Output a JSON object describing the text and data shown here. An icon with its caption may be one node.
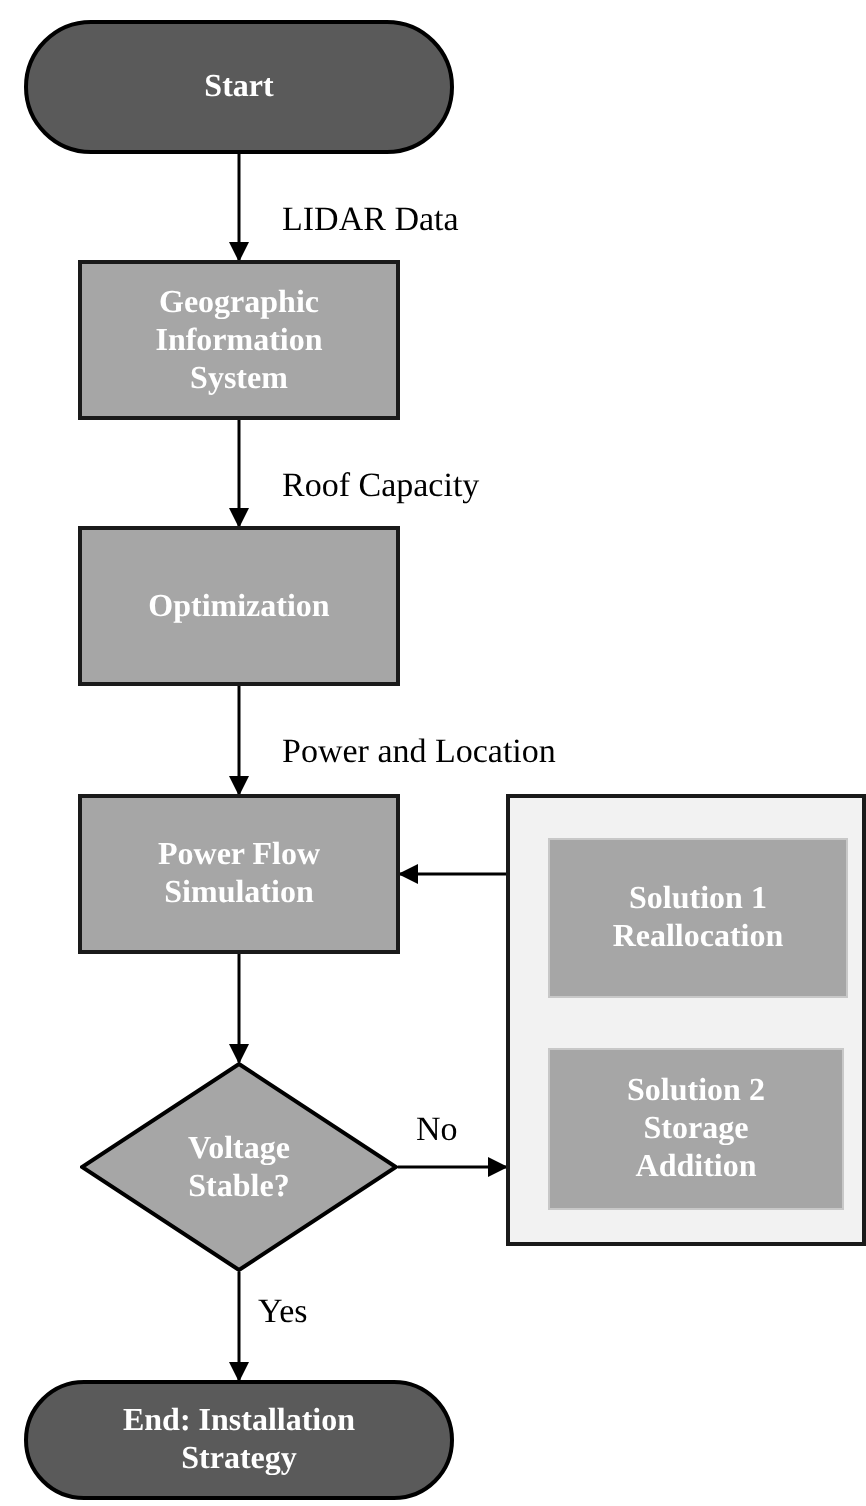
{
  "diagram": {
    "nodes": [
      {
        "text": [
          "Start"
        ]
      },
      {
        "text": [
          "Geographic Information System"
        ]
      },
      {
        "text": [
          "Optimization"
        ]
      },
      {
        "text": [
          "Power Flow Simulation"
        ]
      },
      {
        "text": [
          "Voltage Stable?"
        ]
      },
      {
        "text": [],
        "shape": "box"
      },
      {
        "text": [
          "Solution 1 Reallocation"
        ],
        "in": 5
      },
      {
        "text": [
          "Solution 2 Storage Addition"
        ],
        "in": 5
      },
      {
        "text": [
          "End: Installation Strategy"
        ]
      }
    ],
    "edges": [
      {
        "from": 0,
        "to": 1,
        "arrow": "to",
        "label": "LIDAR Data"
      },
      {
        "from": 1,
        "to": 2,
        "arrow": "to",
        "label": "Roof Capacity"
      },
      {
        "from": 2,
        "to": 3,
        "arrow": "to",
        "label": "Power and Location"
      },
      {
        "from": 3,
        "to": 4,
        "arrow": "to"
      },
      {
        "from": 4,
        "to": 5,
        "arrow": "to",
        "label": "No"
      },
      {
        "from": 5,
        "to": 3,
        "arrow": "to"
      },
      {
        "from": 4,
        "to": 8,
        "arrow": "to",
        "label": "Yes"
      }
    ]
  }
}
